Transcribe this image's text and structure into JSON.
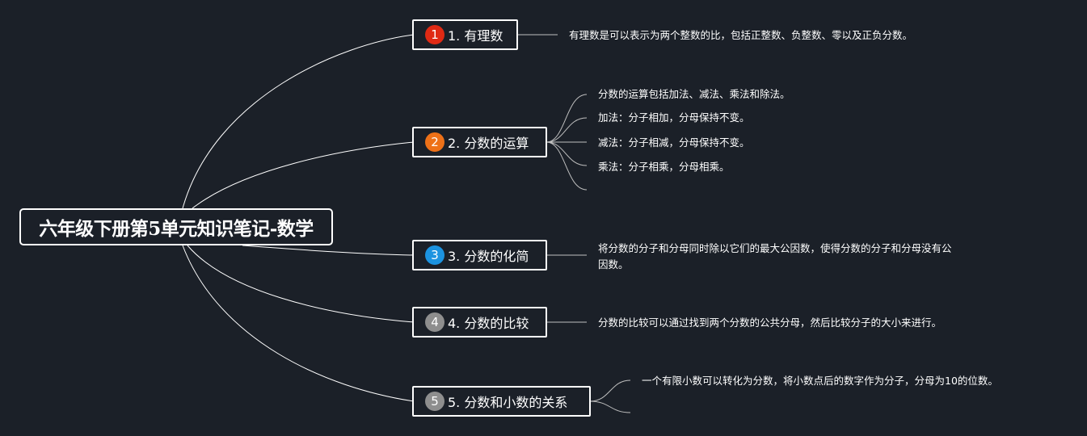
{
  "mindmap": {
    "root": {
      "label": "六年级下册第5单元知识笔记-数学"
    },
    "topics": [
      {
        "label": "1. 有理数",
        "badge": "1",
        "badge_color": "#e02a14",
        "notes": [
          "有理数是可以表示为两个整数的比，包括正整数、负整数、零以及正负分数。"
        ]
      },
      {
        "label": "2. 分数的运算",
        "badge": "2",
        "badge_color": "#ee7118",
        "notes": [
          "分数的运算包括加法、减法、乘法和除法。",
          "加法：分子相加，分母保持不变。",
          "减法：分子相减，分母保持不变。",
          "乘法：分子相乘，分母相乘。",
          ""
        ]
      },
      {
        "label": "3. 分数的化简",
        "badge": "3",
        "badge_color": "#1c93e0",
        "notes": [
          "将分数的分子和分母同时除以它们的最大公因数，使得分数的分子和分母没有公",
          "因数。"
        ]
      },
      {
        "label": "4. 分数的比较",
        "badge": "4",
        "badge_color": "#8e8e8e",
        "notes": [
          "分数的比较可以通过找到两个分数的公共分母，然后比较分子的大小来进行。"
        ]
      },
      {
        "label": "5. 分数和小数的关系",
        "badge": "5",
        "badge_color": "#8e8e8e",
        "notes": [
          "一个有限小数可以转化为分数，将小数点后的数字作为分子，分母为10的位数。",
          ""
        ]
      }
    ]
  },
  "colors": {
    "background": "#1b2028",
    "line": "#ffffff",
    "text": "#ffffff"
  }
}
